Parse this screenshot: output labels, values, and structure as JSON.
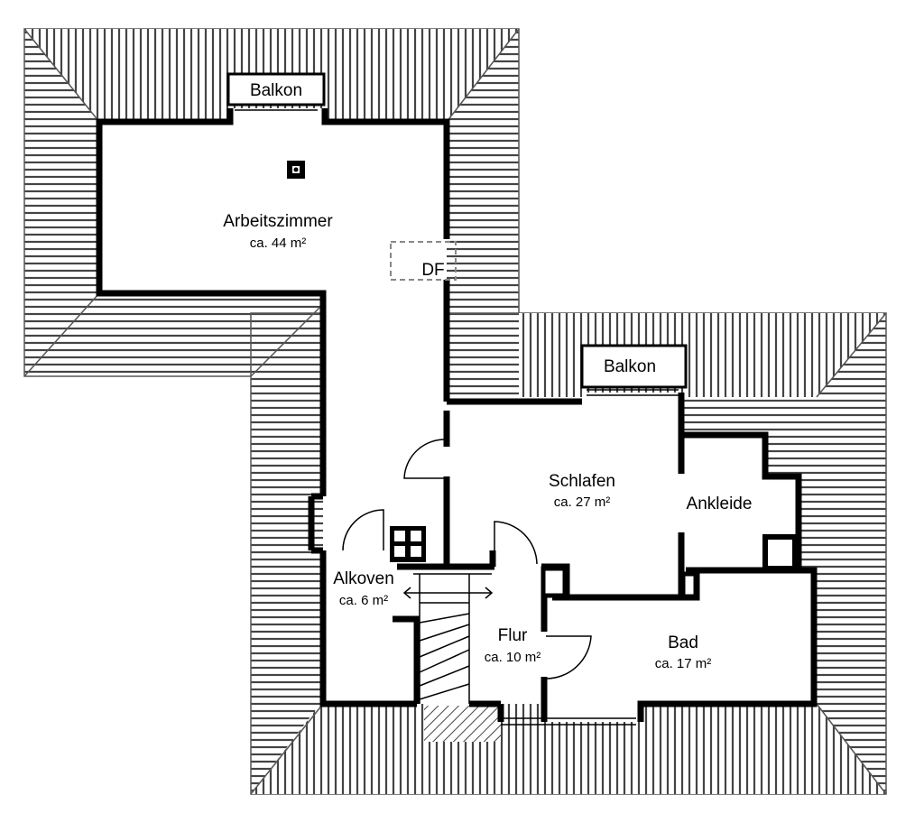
{
  "rooms": {
    "arbeitszimmer": {
      "name": "Arbeitszimmer",
      "area": "ca. 44 m²"
    },
    "schlafen": {
      "name": "Schlafen",
      "area": "ca. 27 m²"
    },
    "ankleide": {
      "name": "Ankleide"
    },
    "alkoven": {
      "name": "Alkoven",
      "area": "ca. 6 m²"
    },
    "flur": {
      "name": "Flur",
      "area": "ca. 10 m²"
    },
    "bad": {
      "name": "Bad",
      "area": "ca. 17 m²"
    }
  },
  "balconies": {
    "top": "Balkon",
    "right": "Balkon"
  },
  "skylight": {
    "label": "DF"
  },
  "colors": {
    "wall": "#000000",
    "roof_hatch": "#555555",
    "background": "#ffffff"
  }
}
